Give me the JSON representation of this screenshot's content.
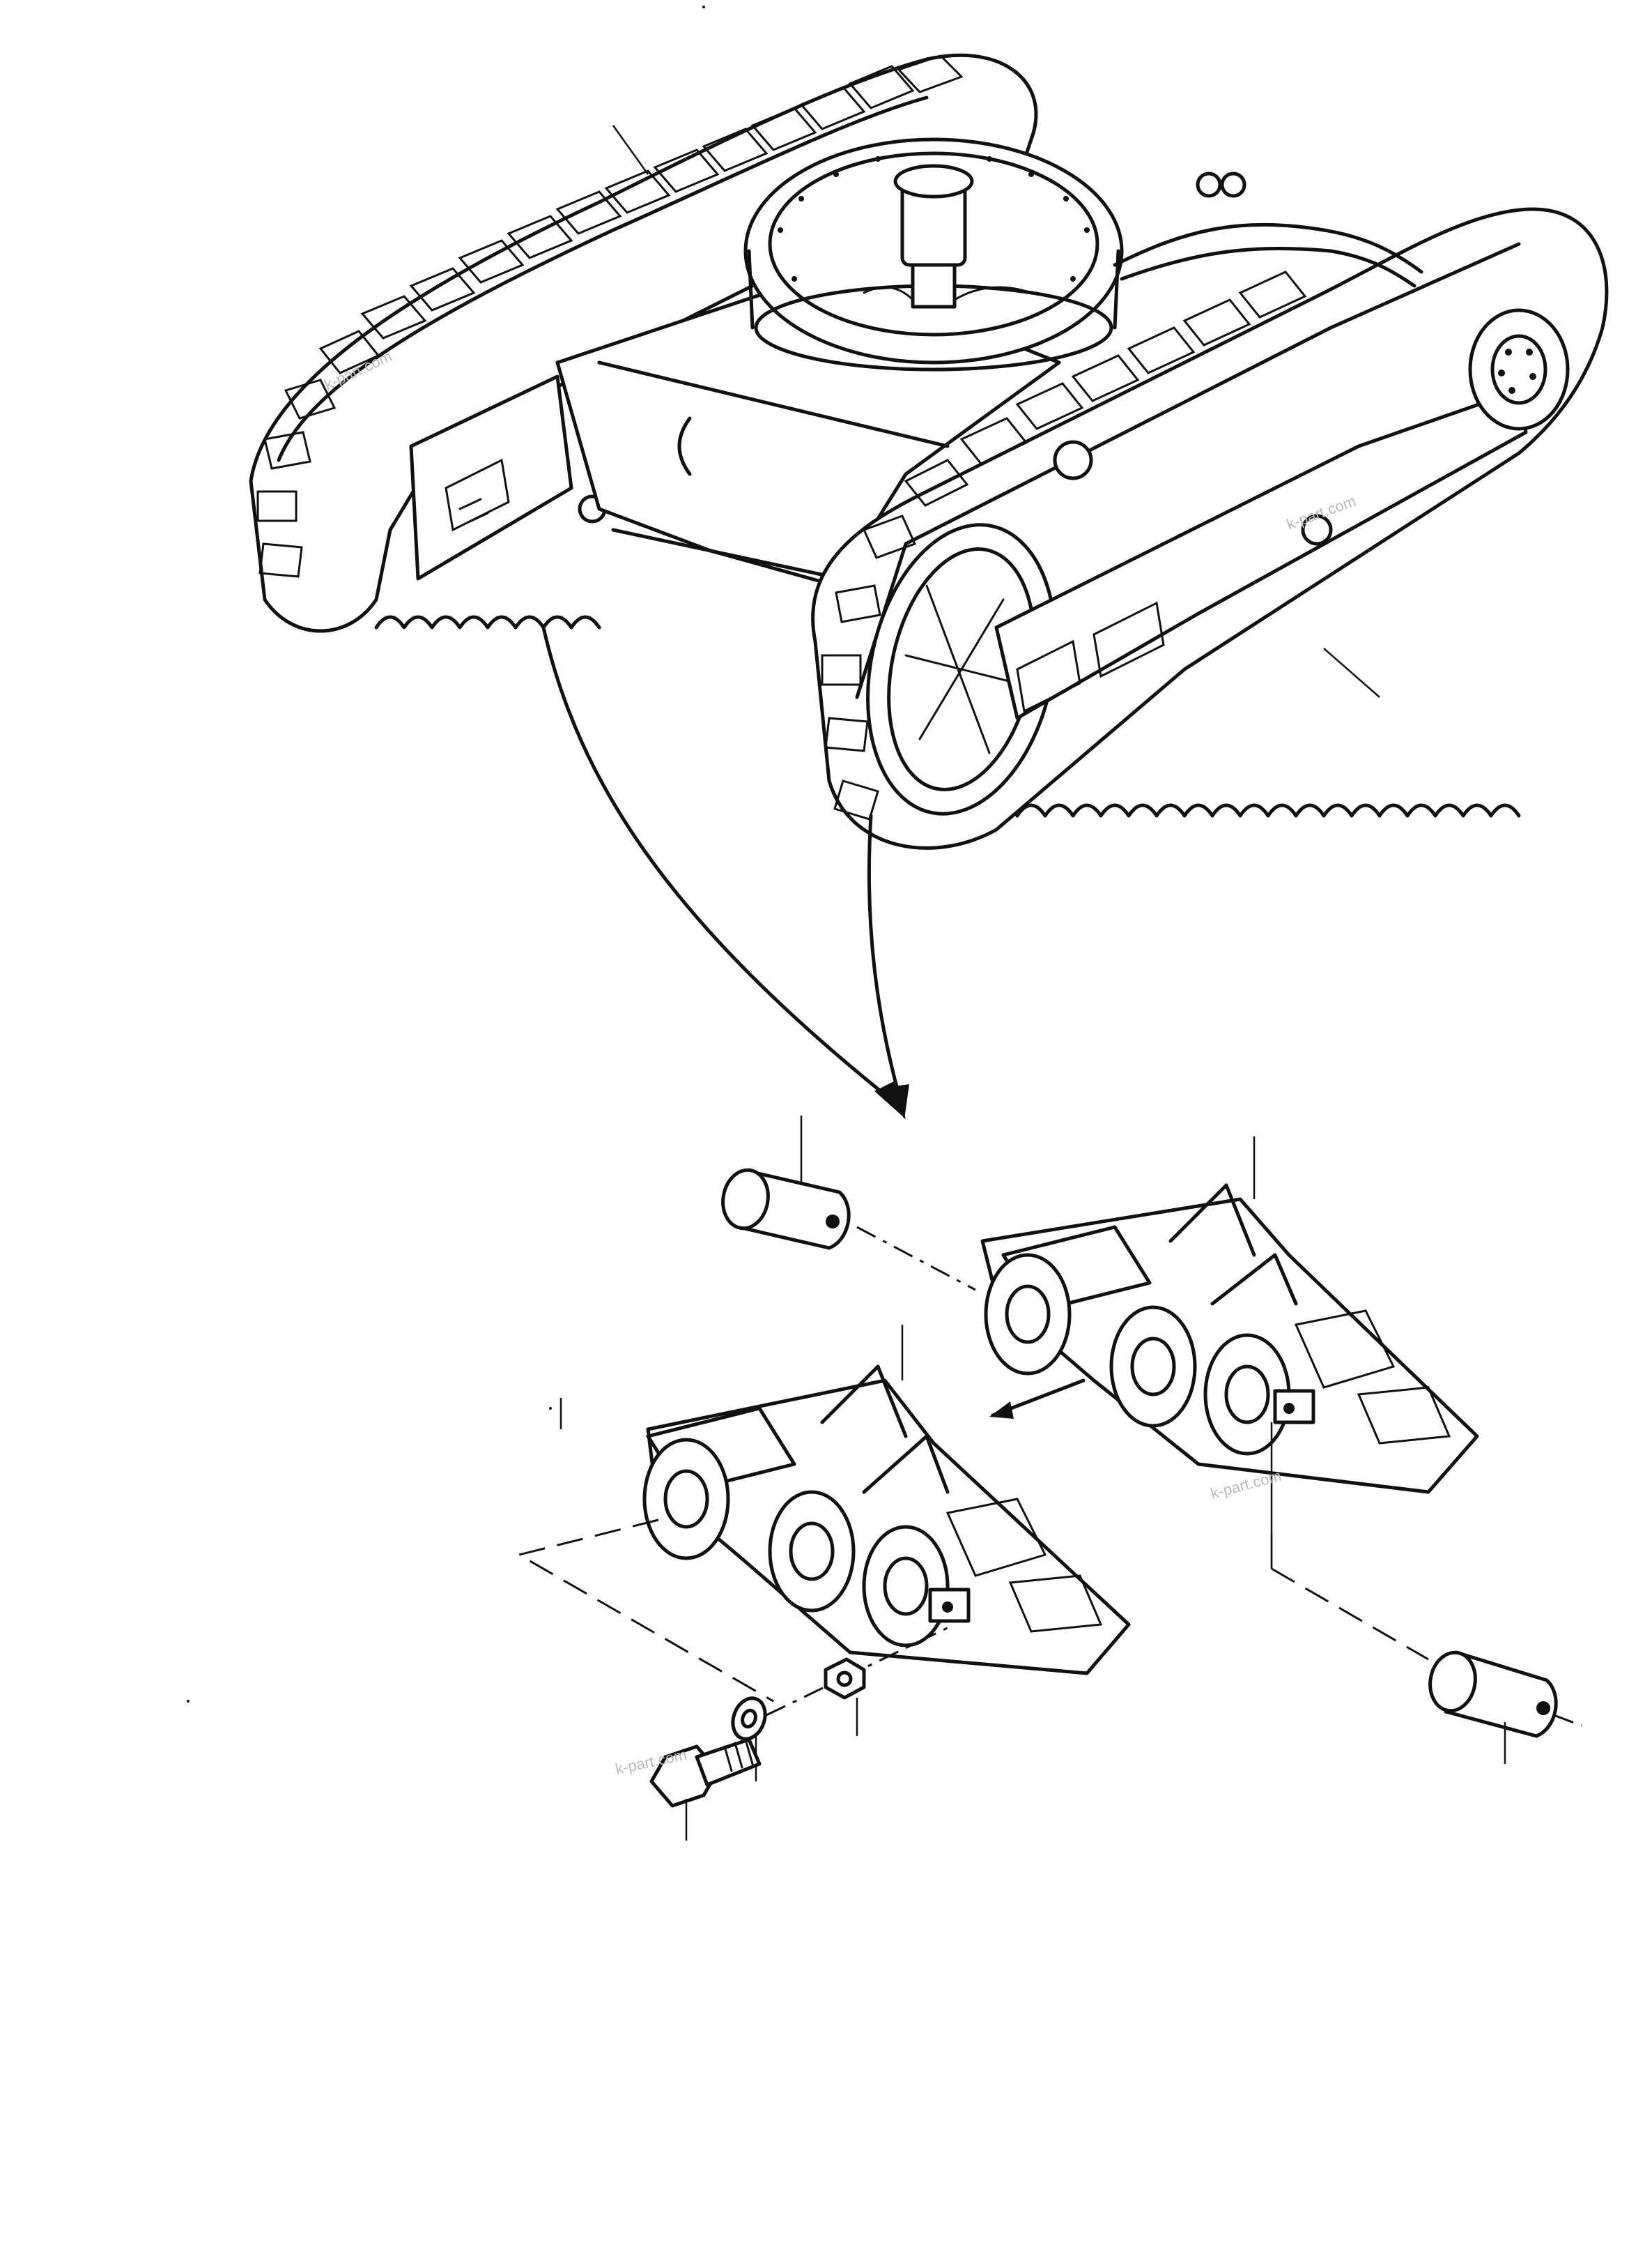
{
  "figure": {
    "watermarks": [
      "k-part.com",
      "k-part.com",
      "k-part.com",
      "k-part.com"
    ]
  },
  "colors": {
    "ink": "#111111",
    "paper": "#ffffff",
    "watermark": "#b9b9b9"
  }
}
